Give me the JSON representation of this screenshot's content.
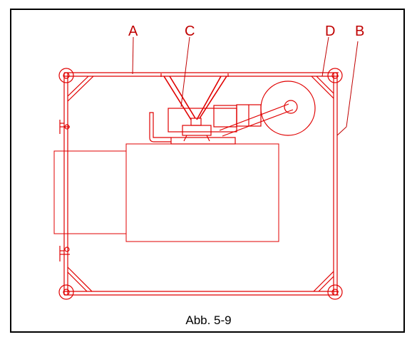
{
  "figure": {
    "caption": "Abb. 5-9",
    "labels": {
      "a": "A",
      "b": "B",
      "c": "C",
      "d": "D"
    },
    "line_color": "#e00000",
    "callout_color": "#c00000",
    "frame_color": "#000000"
  }
}
